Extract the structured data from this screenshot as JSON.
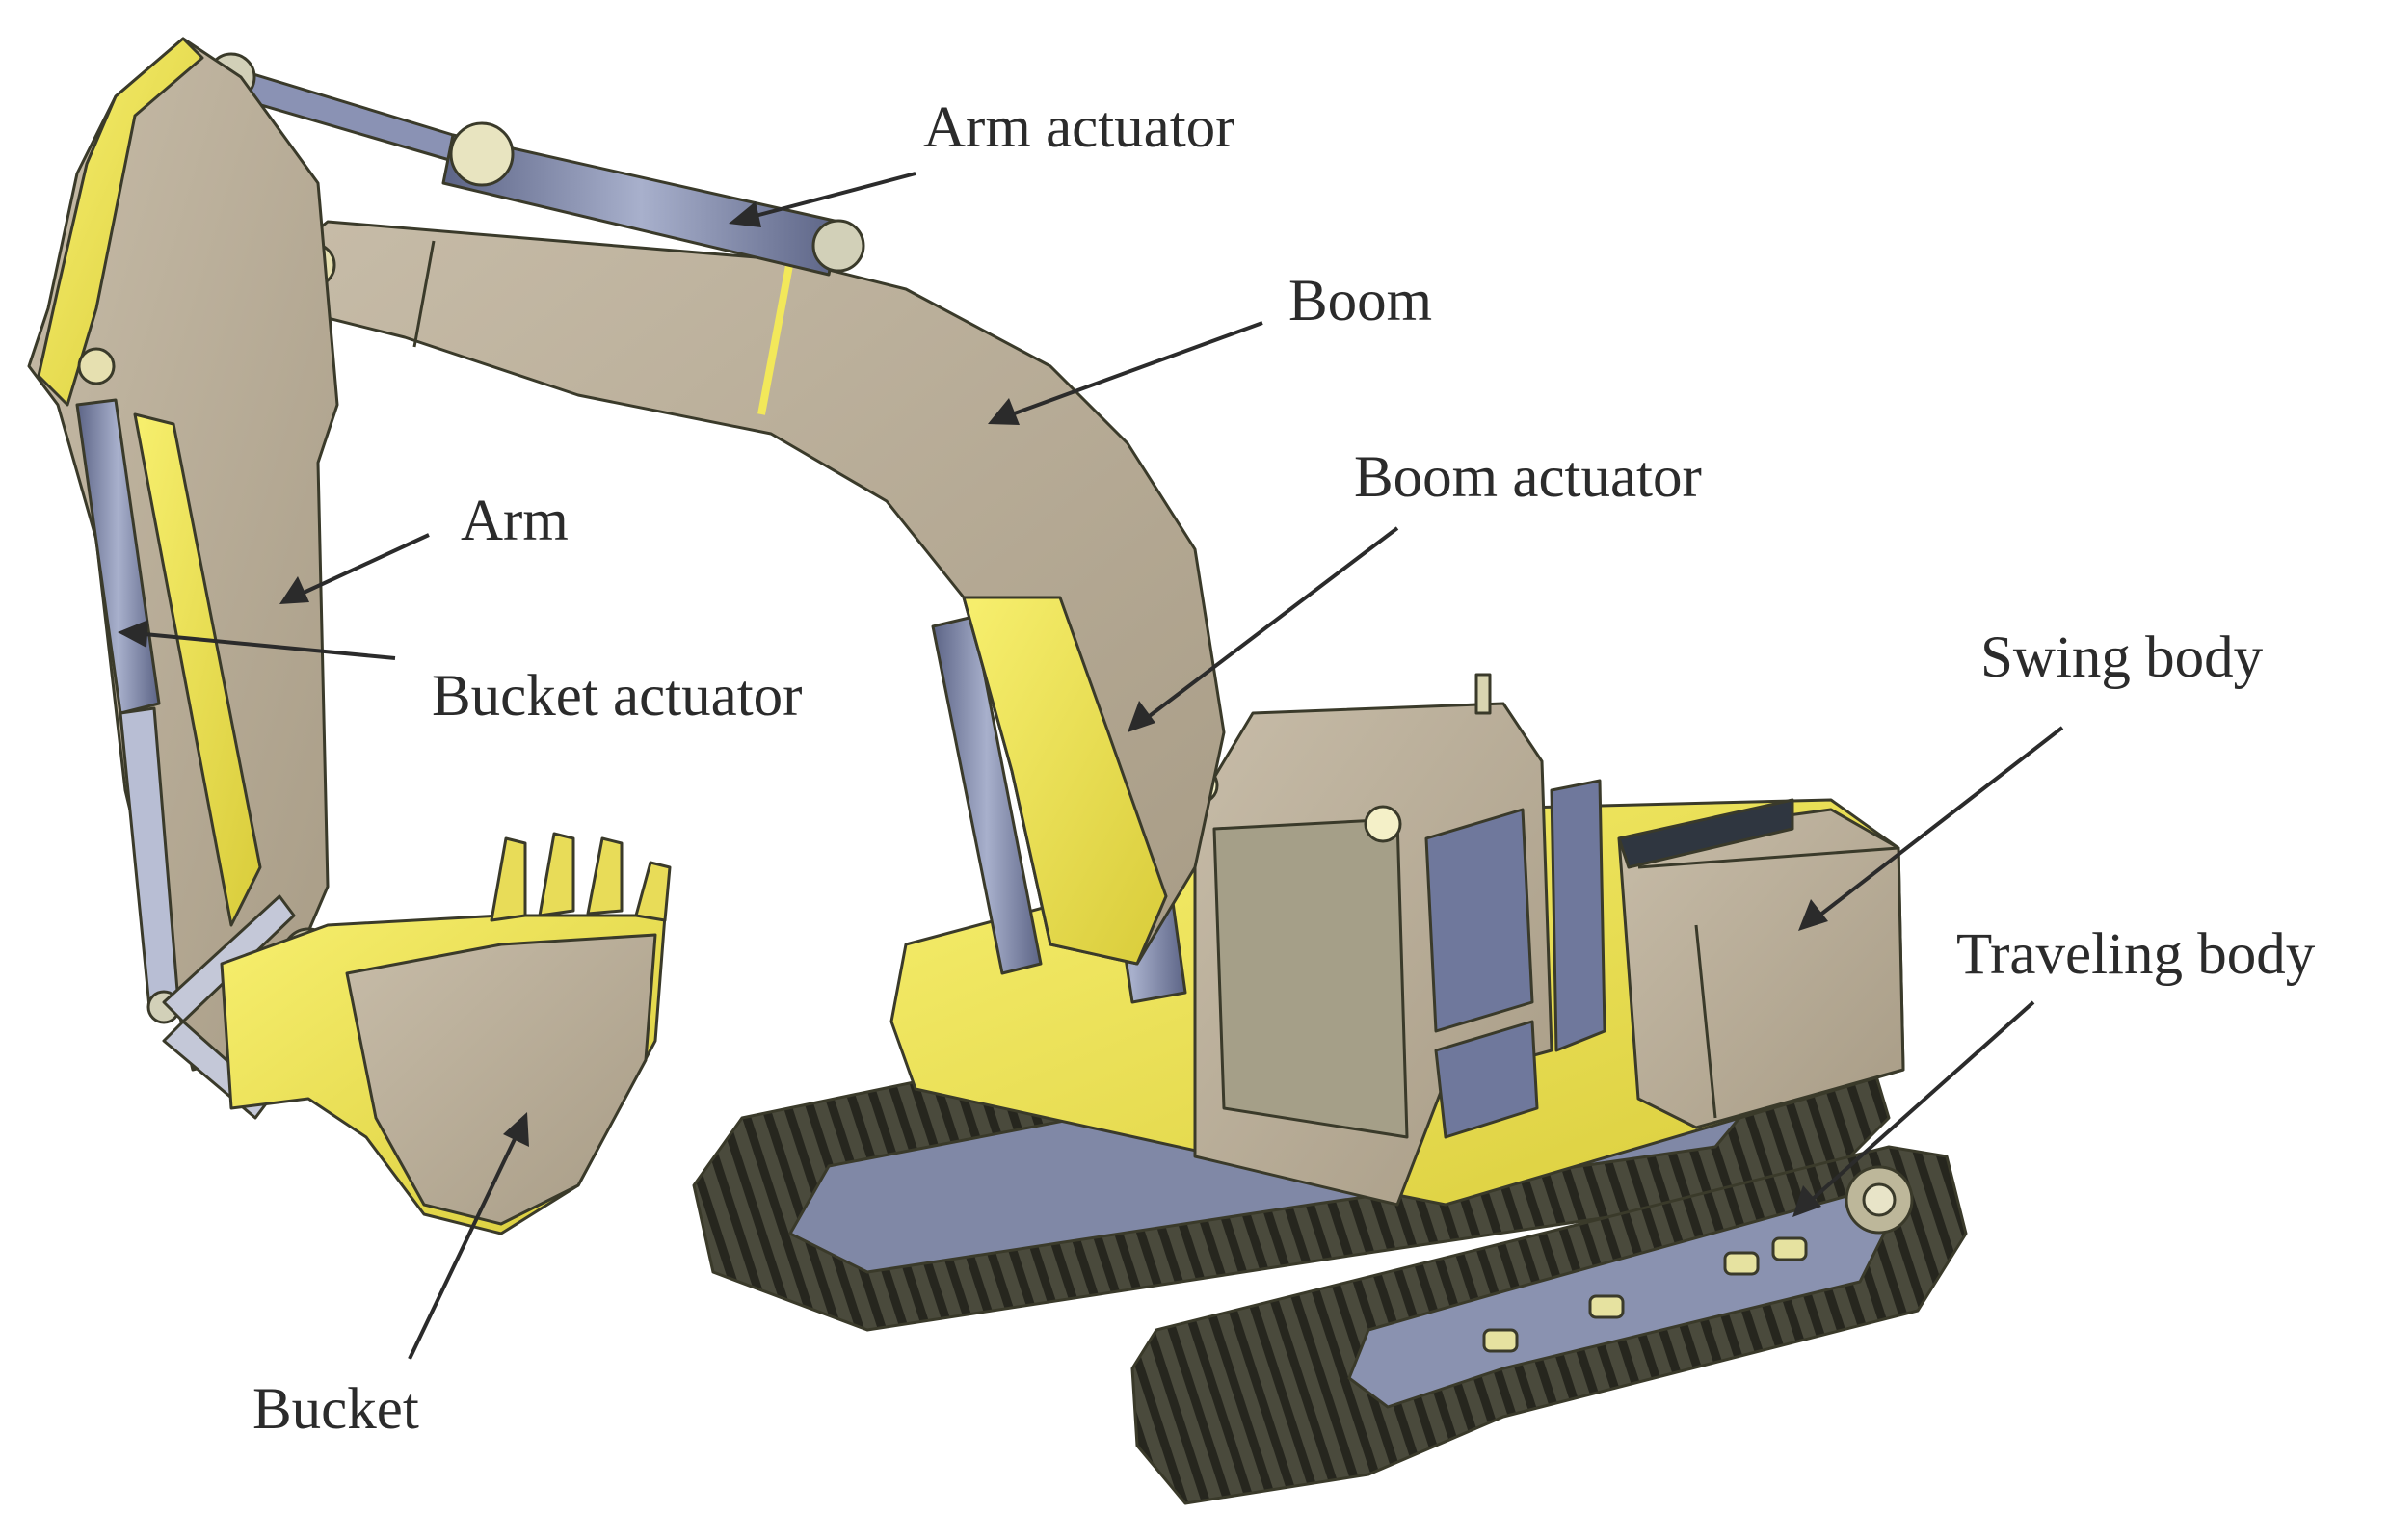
{
  "labels": {
    "arm_actuator": "Arm actuator",
    "boom": "Boom",
    "boom_actuator": "Boom actuator",
    "arm": "Arm",
    "bucket_actuator": "Bucket actuator",
    "swing_body": "Swing body",
    "traveling_body": "Traveling body",
    "bucket": "Bucket"
  },
  "colors": {
    "yellow": "#f2e85a",
    "tan": "#b8ad98",
    "steel_blue": "#7e86a8",
    "track_dark": "#3c3c30",
    "window": "#6f789c"
  }
}
